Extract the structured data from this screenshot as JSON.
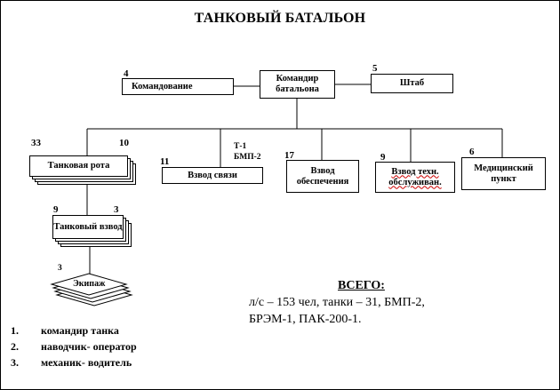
{
  "title": "ТАНКОВЫЙ БАТАЛЬОН",
  "units": {
    "command": {
      "label": "Командование",
      "count": "4"
    },
    "commander": {
      "label": "Командир батальона"
    },
    "hq": {
      "label": "Штаб",
      "count": "5"
    },
    "tank_company": {
      "label": "Танковая рота",
      "count_left": "33",
      "count_right": "10"
    },
    "comm_platoon": {
      "label": "Взвод связи",
      "count": "11",
      "vehicles_line1": "Т-1",
      "vehicles_line2": "БМП-2"
    },
    "supply_platoon": {
      "label": "Взвод обеспечения",
      "count": "17"
    },
    "tech_platoon": {
      "label": "Взвод техн. обслуживан.",
      "count": "9"
    },
    "medical": {
      "label": "Медицинский пункт",
      "count": "6"
    },
    "tank_platoon": {
      "label": "Танковый взвод",
      "count_left": "9",
      "count_right": "3"
    },
    "crew": {
      "label": "Экипаж",
      "count": "3"
    }
  },
  "totals": {
    "heading": "ВСЕГО:",
    "line1": "л/с – 153 чел, танки – 31, БМП-2,",
    "line2": "БРЭМ-1, ПАК-200-1."
  },
  "legend": [
    {
      "num": "1.",
      "text": "командир танка"
    },
    {
      "num": "2.",
      "text": "наводчик- оператор"
    },
    {
      "num": "3.",
      "text": "механик- водитель"
    }
  ]
}
